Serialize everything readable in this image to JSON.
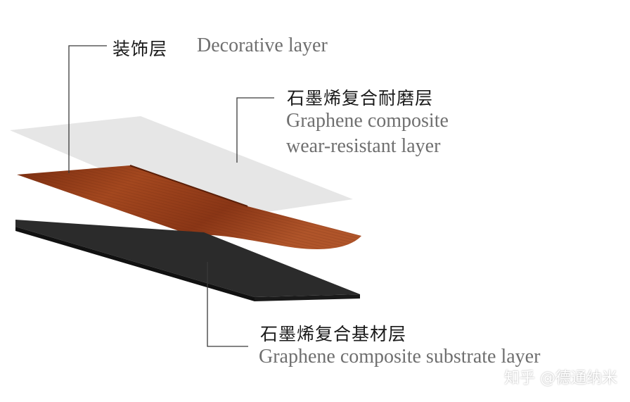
{
  "layers": [
    {
      "id": "decorative",
      "zh": "装饰层",
      "en": "Decorative layer",
      "color": "#e6e6e6"
    },
    {
      "id": "wear",
      "zh": "石墨烯复合耐磨层",
      "en_line1": "Graphene composite",
      "en_line2": "wear-resistant layer",
      "color": "#9a3f1c"
    },
    {
      "id": "substrate",
      "zh": "石墨烯复合基材层",
      "en": "Graphene composite substrate layer",
      "color": "#262626"
    }
  ],
  "watermark": "知乎 @德通纳米"
}
